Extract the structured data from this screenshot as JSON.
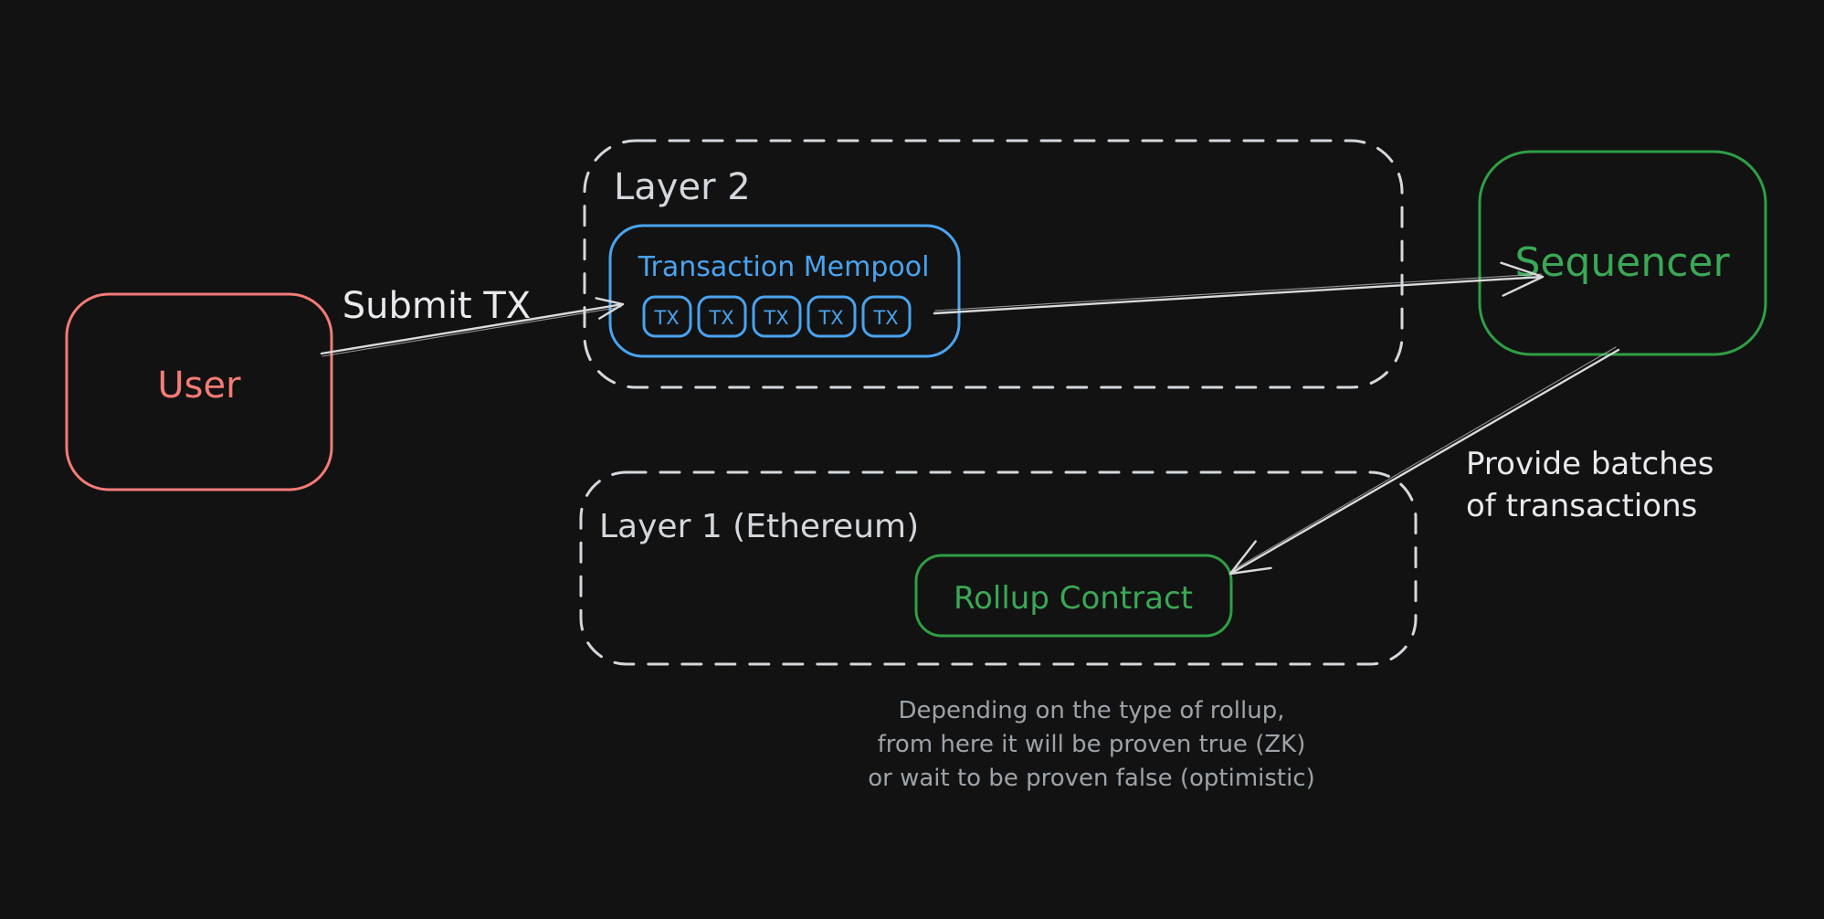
{
  "colors": {
    "background": "#121212",
    "red": "#f47b76",
    "blue": "#4aa3ef",
    "green": "#2f9e44",
    "green_text": "#3aa855",
    "white": "#d4d8dc",
    "bright_white": "#e8eaed",
    "muted": "#9da3a8",
    "arrow": "#d8dadc"
  },
  "nodes": {
    "user": {
      "label": "User"
    },
    "layer2": {
      "label": "Layer 2"
    },
    "mempool": {
      "label": "Transaction Mempool",
      "tx_items": [
        "TX",
        "TX",
        "TX",
        "TX",
        "TX"
      ]
    },
    "sequencer": {
      "label": "Sequencer"
    },
    "layer1": {
      "label": "Layer 1 (Ethereum)"
    },
    "rollup_contract": {
      "label": "Rollup Contract"
    }
  },
  "edges": {
    "submit_tx": {
      "label": "Submit TX"
    },
    "provide_batches": {
      "lines": [
        "Provide batches",
        "of transactions"
      ]
    }
  },
  "caption": {
    "lines": [
      "Depending on the type of rollup,",
      "from here it will be proven true (ZK)",
      "or wait to be proven false (optimistic)"
    ]
  }
}
